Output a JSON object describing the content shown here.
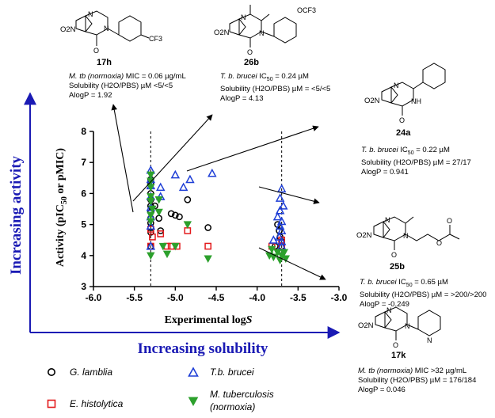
{
  "chart_data": {
    "type": "scatter",
    "xlabel": "Experimental logS",
    "ylabel": "Activity (pIC50 or pMIC)",
    "xlim": [
      -6.0,
      -3.0
    ],
    "ylim": [
      3,
      8
    ],
    "xticks": [
      "-6.0",
      "-5.5",
      "-5.0",
      "-4.5",
      "-4.0",
      "-3.5",
      "-3.0"
    ],
    "yticks": [
      "3",
      "4",
      "5",
      "6",
      "7",
      "8"
    ],
    "vlines": [
      -5.3,
      -3.7
    ],
    "grid": false,
    "series": [
      {
        "name": "G. lamblia",
        "marker": "circle",
        "color": "#000000",
        "points": [
          [
            -5.3,
            6.45
          ],
          [
            -5.3,
            6.3
          ],
          [
            -5.3,
            6.0
          ],
          [
            -5.3,
            5.8
          ],
          [
            -5.3,
            5.6
          ],
          [
            -5.3,
            5.4
          ],
          [
            -5.3,
            5.2
          ],
          [
            -5.3,
            5.05
          ],
          [
            -5.3,
            4.9
          ],
          [
            -5.3,
            4.75
          ],
          [
            -5.3,
            4.3
          ],
          [
            -5.25,
            5.6
          ],
          [
            -5.2,
            5.2
          ],
          [
            -5.18,
            4.8
          ],
          [
            -5.05,
            5.35
          ],
          [
            -5.0,
            5.3
          ],
          [
            -4.95,
            5.25
          ],
          [
            -4.85,
            5.8
          ],
          [
            -4.6,
            4.9
          ],
          [
            -3.75,
            5.0
          ],
          [
            -3.73,
            4.8
          ],
          [
            -3.72,
            4.6
          ],
          [
            -3.7,
            4.45
          ],
          [
            -3.7,
            4.3
          ],
          [
            -3.78,
            4.3
          ]
        ]
      },
      {
        "name": "E. histolytica",
        "marker": "square",
        "color": "#e31a1c",
        "points": [
          [
            -5.3,
            4.85
          ],
          [
            -5.3,
            4.3
          ],
          [
            -5.28,
            4.6
          ],
          [
            -5.18,
            4.7
          ],
          [
            -5.1,
            4.3
          ],
          [
            -5.05,
            4.3
          ],
          [
            -4.98,
            4.3
          ],
          [
            -4.85,
            4.8
          ],
          [
            -4.6,
            4.3
          ],
          [
            -3.82,
            4.3
          ],
          [
            -3.7,
            4.5
          ],
          [
            -3.7,
            4.3
          ]
        ]
      },
      {
        "name": "T.b. brucei",
        "marker": "triangle-up",
        "color": "#1f3fd6",
        "points": [
          [
            -5.3,
            6.75
          ],
          [
            -5.3,
            6.45
          ],
          [
            -5.3,
            6.25
          ],
          [
            -5.3,
            5.9
          ],
          [
            -5.3,
            5.55
          ],
          [
            -5.3,
            5.25
          ],
          [
            -5.3,
            4.95
          ],
          [
            -5.3,
            4.3
          ],
          [
            -5.18,
            6.2
          ],
          [
            -5.18,
            5.9
          ],
          [
            -5.0,
            6.6
          ],
          [
            -4.9,
            6.2
          ],
          [
            -4.82,
            6.45
          ],
          [
            -4.55,
            6.65
          ],
          [
            -3.7,
            6.15
          ],
          [
            -3.72,
            5.85
          ],
          [
            -3.68,
            5.6
          ],
          [
            -3.72,
            5.45
          ],
          [
            -3.75,
            5.25
          ],
          [
            -3.7,
            5.1
          ],
          [
            -3.72,
            4.95
          ],
          [
            -3.7,
            4.8
          ],
          [
            -3.73,
            4.6
          ],
          [
            -3.7,
            4.45
          ],
          [
            -3.7,
            4.3
          ],
          [
            -3.8,
            4.5
          ]
        ]
      },
      {
        "name": "M. tuberculosis (normoxia)",
        "marker": "triangle-down",
        "color": "#2ca02c",
        "points": [
          [
            -5.3,
            6.6
          ],
          [
            -5.3,
            6.4
          ],
          [
            -5.3,
            6.2
          ],
          [
            -5.3,
            5.9
          ],
          [
            -5.3,
            5.75
          ],
          [
            -5.28,
            5.5
          ],
          [
            -5.3,
            5.3
          ],
          [
            -5.3,
            5.1
          ],
          [
            -5.3,
            4.0
          ],
          [
            -5.2,
            5.8
          ],
          [
            -5.2,
            5.4
          ],
          [
            -5.15,
            4.3
          ],
          [
            -5.1,
            4.05
          ],
          [
            -5.0,
            4.3
          ],
          [
            -4.85,
            5.0
          ],
          [
            -4.6,
            3.9
          ],
          [
            -3.85,
            4.0
          ],
          [
            -3.8,
            3.95
          ],
          [
            -3.75,
            4.1
          ],
          [
            -3.72,
            3.85
          ],
          [
            -3.7,
            4.0
          ],
          [
            -3.67,
            4.1
          ],
          [
            -3.82,
            4.2
          ],
          [
            -3.65,
            3.9
          ]
        ]
      }
    ]
  },
  "axis_titles": {
    "activity_prefix": "Activity (pIC",
    "activity_sub": "50",
    "activity_suffix": " or pMIC)",
    "logs_prefix": "Experimental log",
    "logs_italic": "S"
  },
  "side_labels": {
    "increasing_activity": "Increasing activity",
    "increasing_solubility": "Increasing solubility"
  },
  "legend": {
    "g_lamblia": "G. lamblia",
    "e_histolytica": "E. histolytica",
    "tb_brucei": "T.b. brucei",
    "m_tb_line1": "M. tuberculosis",
    "m_tb_line2": "(normoxia)"
  },
  "compounds": [
    {
      "id": "17h",
      "organism": "M. tb (normoxia)",
      "assay_text": " MIC = 0.06 µg/mL",
      "solubility": "Solubility (H2O/PBS) µM <5/<5",
      "alogp": "AlogP = 1.92",
      "substituent": "CF3"
    },
    {
      "id": "26b",
      "organism": "T. b. brucei",
      "assay_prefix": " IC",
      "assay_sub": "50",
      "assay_suffix": " = 0.24 µM",
      "solubility": "Solubility (H2O/PBS) µM = <5/<5",
      "alogp": "AlogP = 4.13",
      "substituent": "OCF3"
    },
    {
      "id": "24a",
      "organism": "T. b. brucei",
      "assay_prefix": " IC",
      "assay_sub": "50",
      "assay_suffix": " = 0.22 µM",
      "solubility": "Solubility (H2O/PBS) µM = 27/17",
      "alogp": "AlogP = 0.941",
      "nh": "NH"
    },
    {
      "id": "25b",
      "organism": "T. b. brucei",
      "assay_prefix": " IC",
      "assay_sub": "50",
      "assay_suffix": " = 0.65 µM",
      "solubility": "Solubility (H2O/PBS) µM = >200/>200",
      "alogp": "AlogP = -0.249"
    },
    {
      "id": "17k",
      "organism": "M. tb (normoxia)",
      "assay_text": " MIC >32 µg/mL",
      "solubility": "Solubility (H2O/PBS) µM = 176/184",
      "alogp": "AlogP = 0.046"
    }
  ],
  "structure_atoms": {
    "nitro": "O2N",
    "nitrogen": "N",
    "oxygen": "O"
  },
  "colors": {
    "accent_blue": "#1a1ab4"
  }
}
